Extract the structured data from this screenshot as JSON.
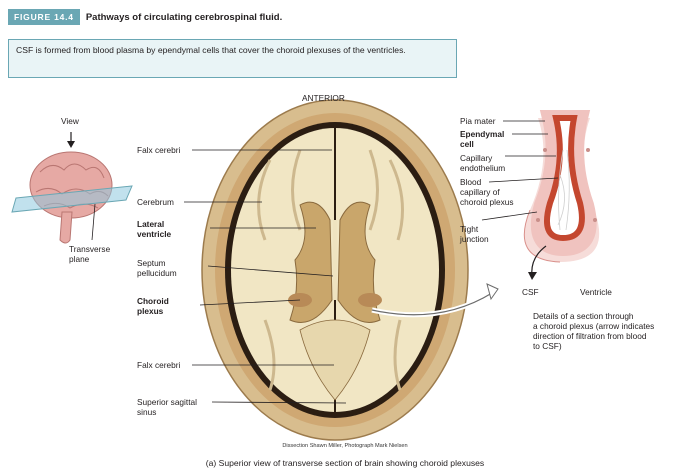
{
  "figure": {
    "badge": "FIGURE 14.4",
    "title": "Pathways of circulating cerebrospinal fluid."
  },
  "summary_text": "CSF is formed from blood plasma by ependymal cells that cover the choroid plexuses of the ventricles.",
  "orientation_label": "ANTERIOR",
  "left_diagram": {
    "view_label": "View",
    "plane_label": "Transverse\nplane"
  },
  "brain_labels": {
    "falx_top": "Falx cerebri",
    "cerebrum": "Cerebrum",
    "lateral_ventricle": "Lateral\nventricle",
    "septum": "Septum\npellucidum",
    "choroid_plexus": "Choroid\nplexus",
    "falx_bottom": "Falx cerebri",
    "sinus": "Superior sagittal\nsinus"
  },
  "detail_labels": {
    "pia": "Pia mater",
    "ependymal": "Ependymal\ncell",
    "capillary_endothelium": "Capillary\nendothelium",
    "blood_capillary": "Blood\ncapillary of\nchoroid plexus",
    "tight_junction": "Tight\njunction",
    "csf": "CSF",
    "ventricle": "Ventricle",
    "detail_caption": "Details of a section through\na choroid plexus (arrow indicates\ndirection of filtration from blood\nto CSF)"
  },
  "credit": "Dissection Shawn Miller, Photograph Mark Nielsen",
  "caption": "(a) Superior view of transverse section of brain showing choroid plexuses",
  "colors": {
    "accent": "#6aa7b4",
    "summary_bg": "#e9f4f6",
    "brain_tissue": "#f1e6c4",
    "skull": "#d7b98a",
    "capillary": "#c4472f",
    "epithelium": "#f0c3bf"
  }
}
